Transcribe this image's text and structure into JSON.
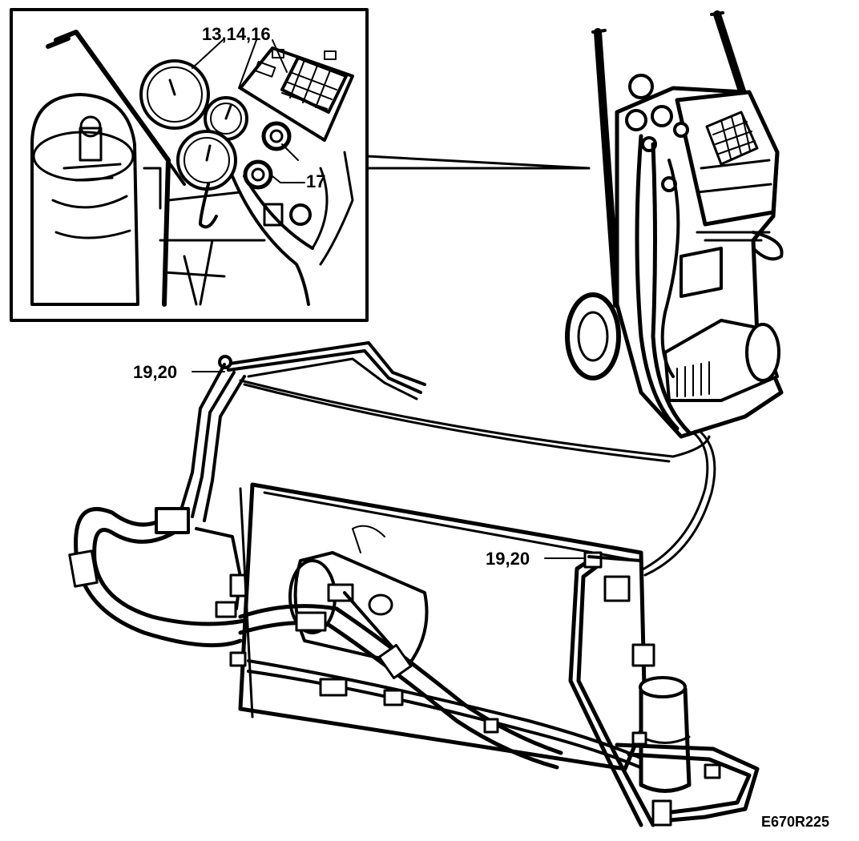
{
  "labels": {
    "gauges_callout": "13,14,16",
    "valve_callout": "17",
    "hp_port_callout": "19,20",
    "lp_port_callout": "19,20",
    "figure_id": "E670R225"
  },
  "colors": {
    "line": "#000000",
    "background": "#ffffff"
  }
}
